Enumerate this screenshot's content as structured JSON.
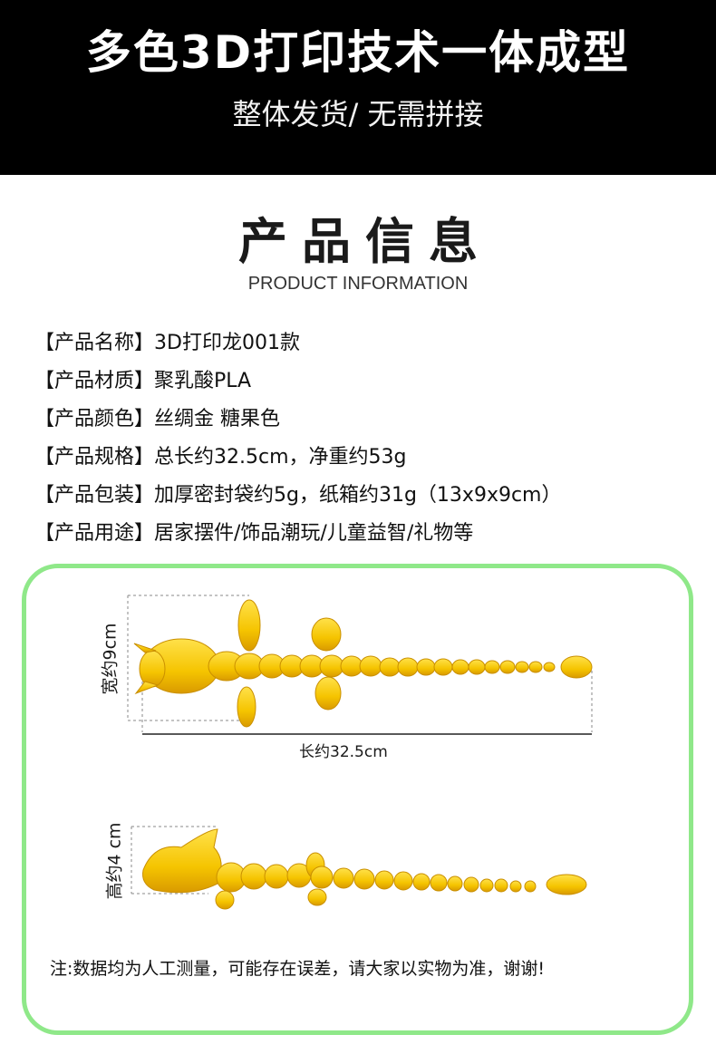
{
  "banner": {
    "title": "多色3D打印技术一体成型",
    "subtitle": "整体发货/ 无需拼接"
  },
  "section": {
    "title": "产品信息",
    "subtitle": "PRODUCT INFORMATION"
  },
  "specs": [
    {
      "label": "【产品名称】",
      "value": "3D打印龙001款"
    },
    {
      "label": "【产品材质】",
      "value": "聚乳酸PLA"
    },
    {
      "label": "【产品颜色】",
      "value": "丝绸金 糖果色"
    },
    {
      "label": "【产品规格】",
      "value": "总长约32.5cm，净重约53g"
    },
    {
      "label": "【产品包装】",
      "value": "加厚密封袋约5g，纸箱约31g（13x9x9cm）"
    },
    {
      "label": "【产品用途】",
      "value": "居家摆件/饰品潮玩/儿童益智/礼物等"
    }
  ],
  "dimensions": {
    "width_label": "宽约9cm",
    "length_label": "长约32.5cm",
    "height_label": "高约4 cm"
  },
  "note": "注:数据均为人工测量，可能存在误差，请大家以实物为准，谢谢!",
  "colors": {
    "banner_bg": "#000000",
    "frame_border": "#8fe889",
    "dragon_gold": "#f5c400",
    "dragon_shadow": "#d99a00"
  }
}
